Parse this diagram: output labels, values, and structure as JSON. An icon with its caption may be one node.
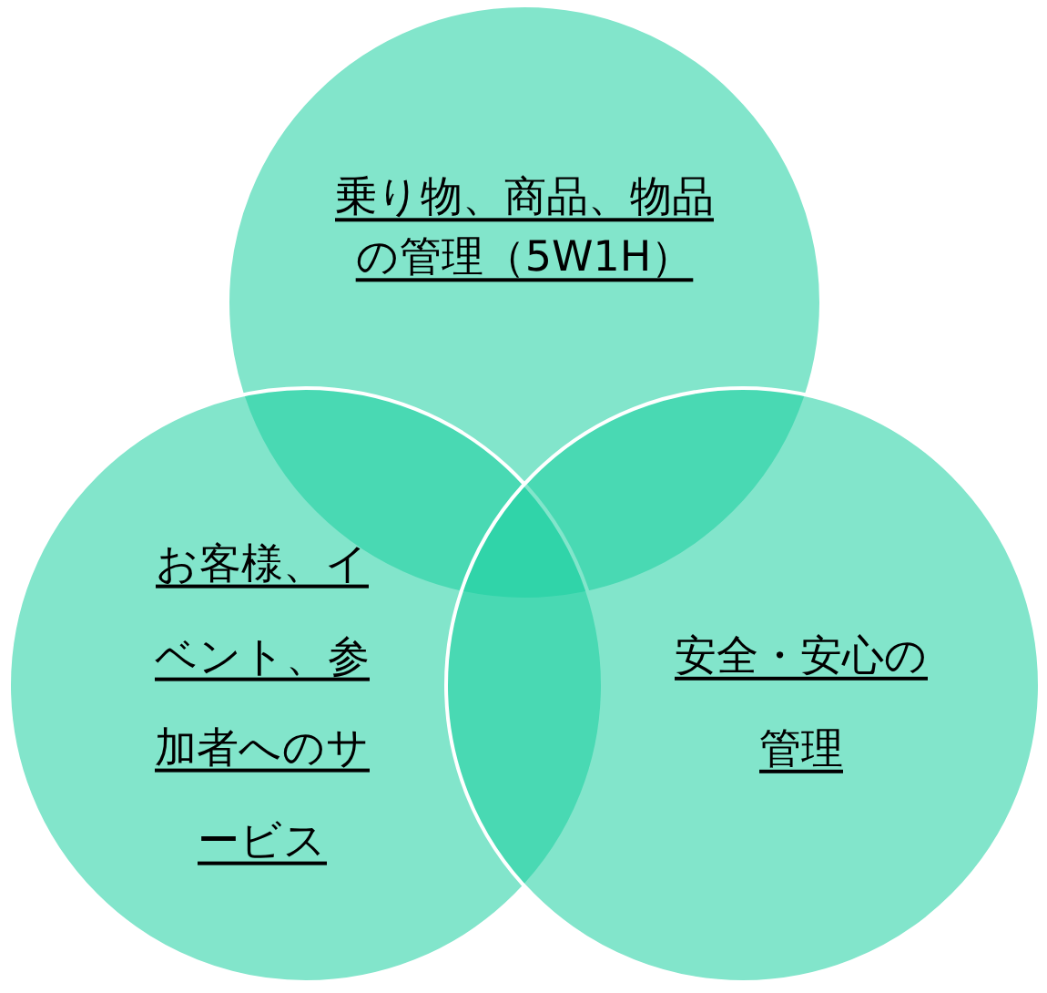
{
  "diagram": {
    "nodes": [
      {
        "text": [
          "乗り物、商品、物品の管理（5W1H）"
        ]
      },
      {
        "text": [
          "お客様、イベント、参加者へのサービス"
        ]
      },
      {
        "text": [
          "安全・安心の管理"
        ]
      }
    ]
  }
}
